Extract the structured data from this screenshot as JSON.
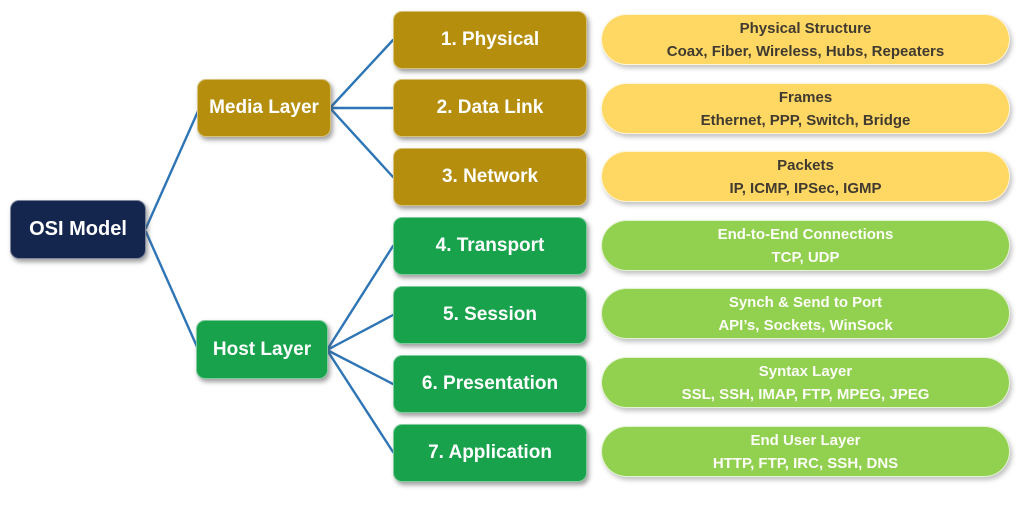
{
  "diagram": {
    "title": "OSI Model diagram",
    "root": {
      "label": "OSI Model"
    },
    "groups": [
      {
        "label": "Media Layer",
        "color": "#b58e0d"
      },
      {
        "label": "Host Layer",
        "color": "#18a24b"
      }
    ],
    "layers": [
      {
        "label": "1. Physical",
        "group": "Media Layer",
        "summary": "Physical Structure",
        "protocols": "Coax, Fiber, Wireless, Hubs, Repeaters"
      },
      {
        "label": "2. Data Link",
        "group": "Media Layer",
        "summary": "Frames",
        "protocols": "Ethernet, PPP, Switch, Bridge"
      },
      {
        "label": "3. Network",
        "group": "Media Layer",
        "summary": "Packets",
        "protocols": "IP, ICMP, IPSec, IGMP"
      },
      {
        "label": "4. Transport",
        "group": "Host Layer",
        "summary": "End-to-End Connections",
        "protocols": "TCP, UDP"
      },
      {
        "label": "5. Session",
        "group": "Host Layer",
        "summary": "Synch & Send to Port",
        "protocols": "API’s, Sockets, WinSock"
      },
      {
        "label": "6. Presentation",
        "group": "Host Layer",
        "summary": "Syntax Layer",
        "protocols": "SSL, SSH, IMAP, FTP, MPEG, JPEG"
      },
      {
        "label": "7. Application",
        "group": "Host Layer",
        "summary": "End User Layer",
        "protocols": "HTTP, FTP, IRC, SSH, DNS"
      }
    ],
    "colors": {
      "root_box": "#14254e",
      "media_box": "#b58e0d",
      "host_box": "#18a24b",
      "media_pill": "#fed863",
      "host_pill": "#92d050",
      "connector": "#2e75b6",
      "pill_text_dark": "#403a30",
      "text_light": "#ffffff"
    }
  }
}
